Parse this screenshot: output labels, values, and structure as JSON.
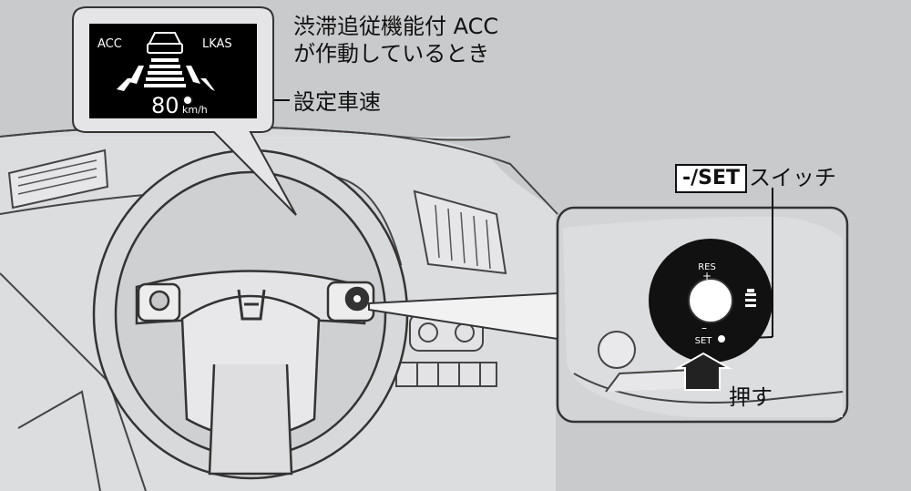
{
  "display": {
    "left_label": "ACC",
    "right_label": "LKAS",
    "speed_value": "80",
    "speed_unit": "km/h"
  },
  "callouts": {
    "acc_title_line1": "渋滞追従機能付 ACC",
    "acc_title_line2": "が作動しているとき",
    "set_speed": "設定車速",
    "switch_name": "-/SET",
    "switch_suffix": "スイッチ",
    "push": "押す"
  },
  "switch": {
    "res_label": "RES",
    "res_sign": "+",
    "set_label": "SET",
    "set_sign": "–"
  },
  "colors": {
    "background": "#c9cacc",
    "line": "#333333",
    "display": "#000000"
  }
}
